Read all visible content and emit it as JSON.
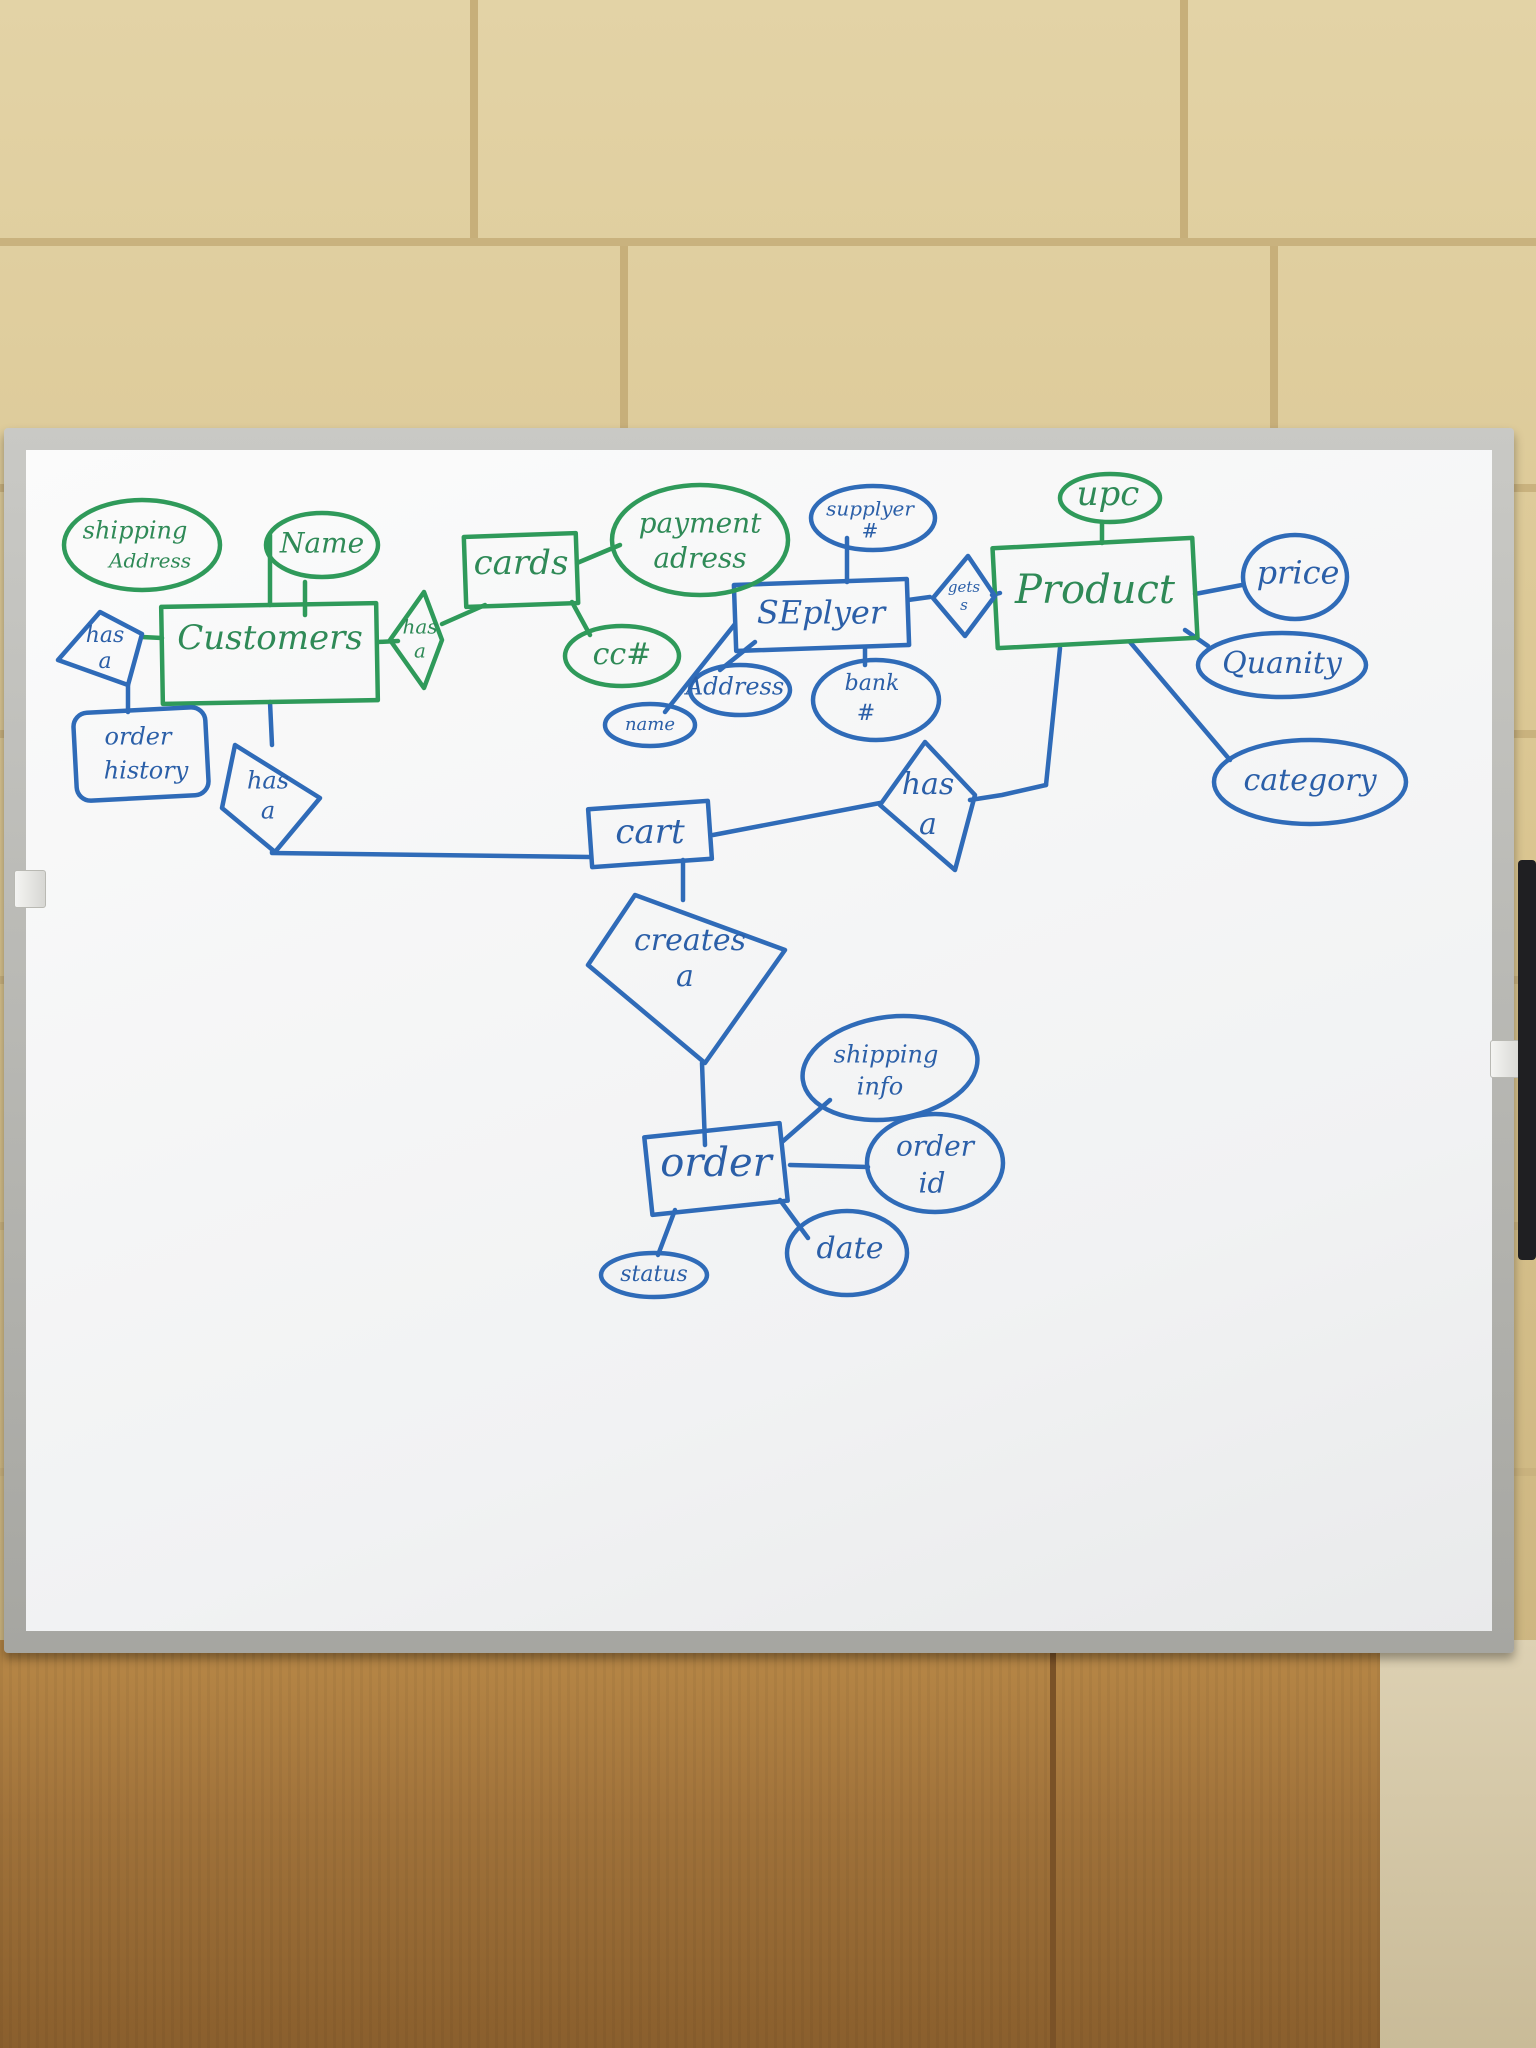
{
  "entities": [
    {
      "id": "customers",
      "text": "Customers",
      "color": "#2f9a5a"
    },
    {
      "id": "cards",
      "text": "cards",
      "color": "#2f9a5a"
    },
    {
      "id": "supplier",
      "text": "SEplyer",
      "color": "#2f6bb8"
    },
    {
      "id": "product",
      "text": "Product",
      "color": "#2f9a5a"
    },
    {
      "id": "cart",
      "text": "cart",
      "color": "#2f6bb8"
    },
    {
      "id": "order",
      "text": "order",
      "color": "#2f6bb8"
    }
  ],
  "relationships": [
    {
      "id": "rel-has-history",
      "lines": [
        "has",
        "a"
      ]
    },
    {
      "id": "rel-has-cards",
      "lines": [
        "has",
        "a"
      ]
    },
    {
      "id": "rel-gets",
      "lines": [
        "gets",
        "s"
      ]
    },
    {
      "id": "rel-has-cart",
      "lines": [
        "has",
        "a"
      ]
    },
    {
      "id": "rel-product-cart",
      "lines": [
        "has",
        "a"
      ]
    },
    {
      "id": "rel-creates",
      "lines": [
        "creates",
        "a"
      ]
    }
  ],
  "attributes": [
    {
      "id": "shipping-address",
      "lines": [
        "shipping",
        "Address"
      ]
    },
    {
      "id": "name",
      "lines": [
        "Name"
      ]
    },
    {
      "id": "order-history",
      "lines": [
        "order",
        "history"
      ]
    },
    {
      "id": "payment-address",
      "lines": [
        "payment",
        "adress"
      ]
    },
    {
      "id": "cc-number",
      "lines": [
        "cc#"
      ]
    },
    {
      "id": "supplier-number",
      "lines": [
        "supplyer",
        "#"
      ]
    },
    {
      "id": "supplier-name",
      "lines": [
        "name"
      ]
    },
    {
      "id": "supplier-address",
      "lines": [
        "Address"
      ]
    },
    {
      "id": "bank-number",
      "lines": [
        "bank",
        "#"
      ]
    },
    {
      "id": "upc",
      "lines": [
        "upc"
      ]
    },
    {
      "id": "price",
      "lines": [
        "price"
      ]
    },
    {
      "id": "quantity",
      "lines": [
        "Quanity"
      ]
    },
    {
      "id": "category",
      "lines": [
        "category"
      ]
    },
    {
      "id": "shipping-info",
      "lines": [
        "shipping",
        "info"
      ]
    },
    {
      "id": "order-id",
      "lines": [
        "order",
        "id"
      ]
    },
    {
      "id": "date",
      "lines": [
        "date"
      ]
    },
    {
      "id": "status",
      "lines": [
        "status"
      ]
    }
  ],
  "colors": {
    "green_marker": "#2f9a5a",
    "blue_marker": "#2f6bb8"
  }
}
